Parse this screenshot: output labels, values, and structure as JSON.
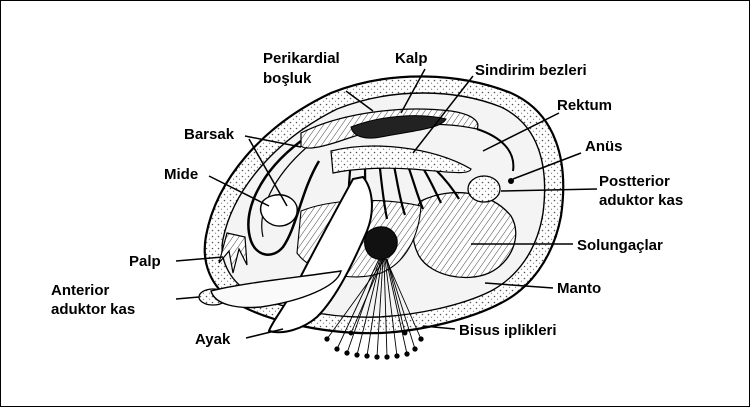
{
  "diagram": {
    "labels": {
      "perikardial_1": "Perikardial",
      "perikardial_2": "boşluk",
      "kalp": "Kalp",
      "sindirim": "Sindirim bezleri",
      "rektum": "Rektum",
      "anus": "Anüs",
      "posterior_1": "Postterior",
      "posterior_2": "aduktor kas",
      "solungac": "Solungaçlar",
      "manto": "Manto",
      "bisus": "Bisus iplikleri",
      "ayak": "Ayak",
      "anterior_1": "Anterior",
      "anterior_2": "aduktor kas",
      "palp": "Palp",
      "mide": "Mide",
      "barsak": "Barsak"
    }
  }
}
